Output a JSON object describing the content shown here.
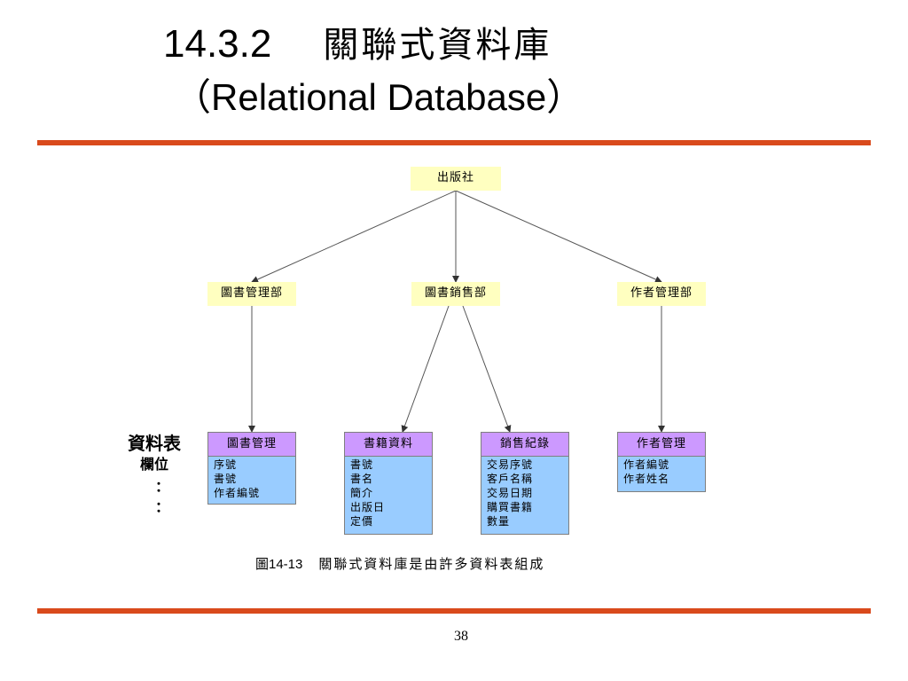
{
  "title": {
    "number": "14.3.2",
    "chinese": "關聯式資料庫",
    "english": "（Relational Database）"
  },
  "diagram": {
    "root": {
      "label": "出版社"
    },
    "departments": [
      {
        "label": "圖書管理部"
      },
      {
        "label": "圖書銷售部"
      },
      {
        "label": "作者管理部"
      }
    ],
    "tables": [
      {
        "name": "圖書管理",
        "fields": [
          "序號",
          "書號",
          "作者編號"
        ]
      },
      {
        "name": "書籍資料",
        "fields": [
          "書號",
          "書名",
          "簡介",
          "出版日",
          "定價"
        ]
      },
      {
        "name": "銷售紀錄",
        "fields": [
          "交易序號",
          "客戶名稱",
          "交易日期",
          "購買書籍",
          "數量"
        ]
      },
      {
        "name": "作者管理",
        "fields": [
          "作者編號",
          "作者姓名"
        ]
      }
    ],
    "legend": {
      "table_label": "資料表",
      "field_label": "欄位",
      "ellipsis": [
        "：",
        "："
      ]
    },
    "colors": {
      "node_fill": "#ffffc0",
      "table_header_fill": "#cc99ff",
      "table_body_fill": "#99ccff",
      "rule": "#d94a1c"
    }
  },
  "caption": {
    "figure_number": "圖14-13",
    "text": "關聯式資料庫是由許多資料表組成"
  },
  "page_number": "38"
}
